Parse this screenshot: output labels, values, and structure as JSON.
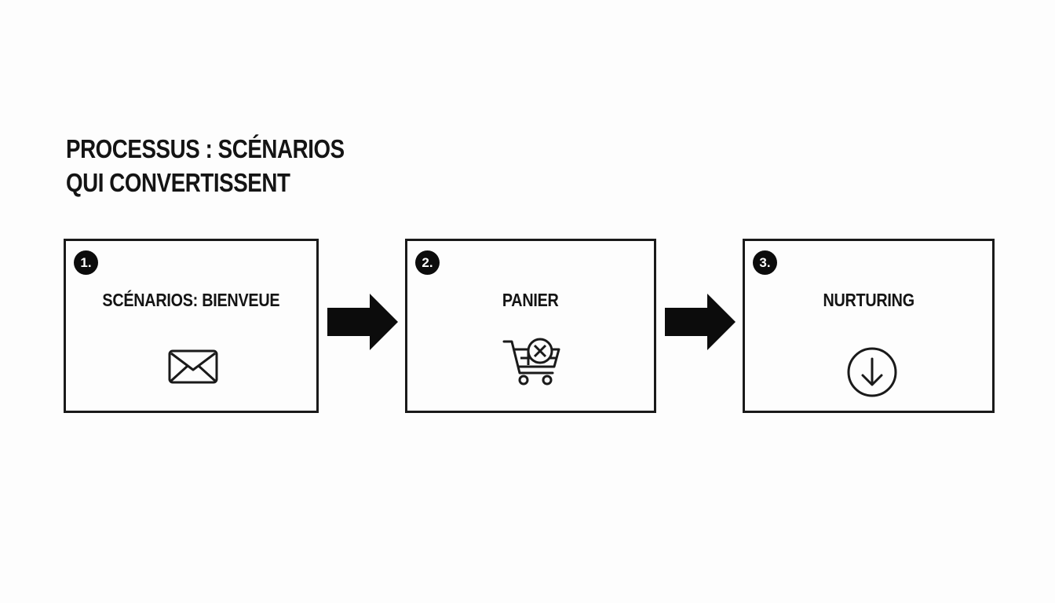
{
  "title": {
    "line1": "PROCESSUS : SCÉNARIOS",
    "line2": "QUI CONVERTISSENT"
  },
  "steps": [
    {
      "number": "1.",
      "label": "SCÉNARIOS: BIENVEUE",
      "icon": "envelope-icon"
    },
    {
      "number": "2.",
      "label": "PANIER",
      "icon": "cart-cancel-icon"
    },
    {
      "number": "3.",
      "label": "NURTURING",
      "icon": "arrow-down-circle-icon"
    }
  ],
  "colors": {
    "background": "#fdfdfd",
    "stroke": "#1a1a1a",
    "badge": "#0c0c0c"
  }
}
